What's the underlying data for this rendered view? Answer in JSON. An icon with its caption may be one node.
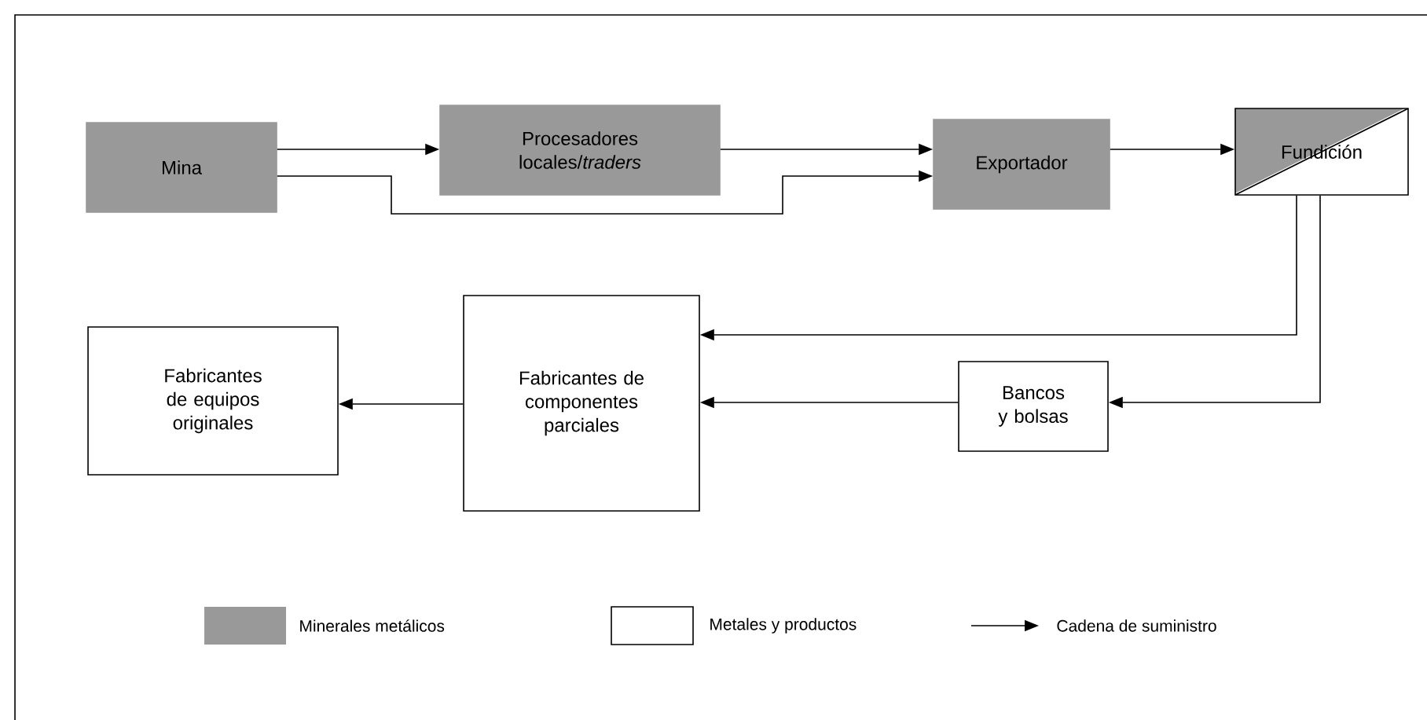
{
  "diagram": {
    "nodes": [
      {
        "text": [
          "Mina"
        ]
      },
      {
        "text": [
          "Procesadores locales/*traders*"
        ]
      },
      {
        "text": [
          "Exportador"
        ]
      },
      {
        "text": [
          "Fundición"
        ]
      },
      {
        "text": [
          "Fabricantes de equipos originales"
        ]
      },
      {
        "text": [
          "Fabricantes de componentes parciales"
        ]
      },
      {
        "text": [
          "Bancos y bolsas"
        ]
      }
    ],
    "edges": [
      {
        "from": 0,
        "to": 1,
        "arrow": "to"
      },
      {
        "from": 0,
        "to": 2,
        "arrow": "to"
      },
      {
        "from": 1,
        "to": 2,
        "arrow": "to"
      },
      {
        "from": 2,
        "to": 3,
        "arrow": "to"
      },
      {
        "from": 3,
        "to": 5,
        "arrow": "to"
      },
      {
        "from": 3,
        "to": 6,
        "arrow": "to"
      },
      {
        "from": 6,
        "to": 5,
        "arrow": "to"
      },
      {
        "from": 5,
        "to": 4,
        "arrow": "to"
      }
    ],
    "legend": [
      {
        "text": "Minerales metálicos",
        "color": "#999999"
      },
      {
        "text": "Metales y productos"
      },
      {
        "text": "Cadena de suministro"
      }
    ]
  }
}
